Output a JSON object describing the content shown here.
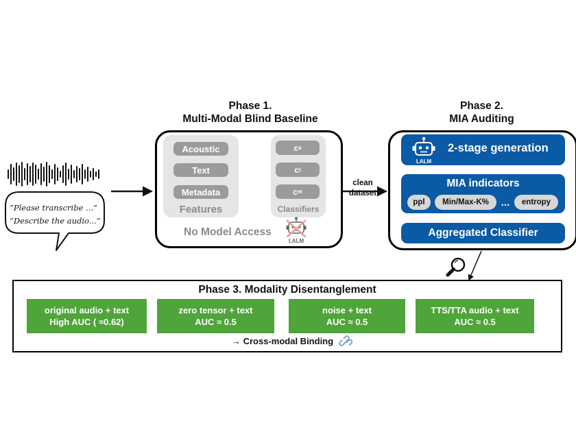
{
  "input": {
    "prompts": [
      "“Please transcribe ...”",
      "“Describe the audio...”"
    ]
  },
  "phase1": {
    "title_line1": "Phase 1.",
    "title_line2": "Multi-Modal Blind Baseline",
    "features": [
      "Acoustic",
      "Text",
      "Metadata"
    ],
    "features_label": "Features",
    "classifiers": [
      {
        "base": "c",
        "sub": "a"
      },
      {
        "base": "c",
        "sub": "t"
      },
      {
        "base": "c",
        "sub": "m"
      }
    ],
    "classifiers_label": "Classifiers",
    "no_access": "No Model Access",
    "lalm_label": "LALM"
  },
  "connector": {
    "label_line1": "clean",
    "label_line2": "dataset"
  },
  "phase2": {
    "title_line1": "Phase 2.",
    "title_line2": "MIA Auditing",
    "generation": "2-stage generation",
    "lalm_label": "LALM",
    "indicators_title": "MIA indicators",
    "indicators": [
      "ppl",
      "Min/Max-K%",
      "entropy"
    ],
    "ellipsis": "...",
    "aggregated": "Aggregated Classifier"
  },
  "phase3": {
    "title": "Phase 3. Modality Disentanglement",
    "cards": [
      {
        "line1": "original audio + text",
        "line2": "High AUC ( ≈0.62)"
      },
      {
        "line1": "zero tensor + text",
        "line2": "AUC ≈ 0.5"
      },
      {
        "line1": "noise + text",
        "line2": "AUC ≈ 0.5"
      },
      {
        "line1": "TTS/TTA audio + text",
        "line2": "AUC ≈ 0.5"
      }
    ],
    "binding": "→ Cross-modal Binding"
  },
  "colors": {
    "blue": "#0a5aa6",
    "green": "#4fa43a",
    "gray": "#9b9b9b",
    "panel_gray": "#e5e5e5",
    "red_cross": "#e8a0a0"
  },
  "icons": [
    "waveform-icon",
    "speech-bubble-icon",
    "robot-icon",
    "magnifier-icon",
    "link-icon"
  ]
}
